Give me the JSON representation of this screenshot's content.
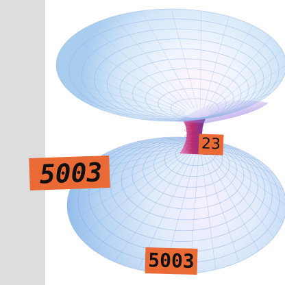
{
  "colors": {
    "sidebar": "#dddddd",
    "label_background": "#ea6a35",
    "surface_outer": "#b9d6f4",
    "surface_inner": "#7c5cd6",
    "throat": "#c03070"
  },
  "figure": {
    "subject": "wormhole-surface"
  },
  "labels": {
    "center": "23",
    "left": "5003",
    "bottom": "5003"
  }
}
